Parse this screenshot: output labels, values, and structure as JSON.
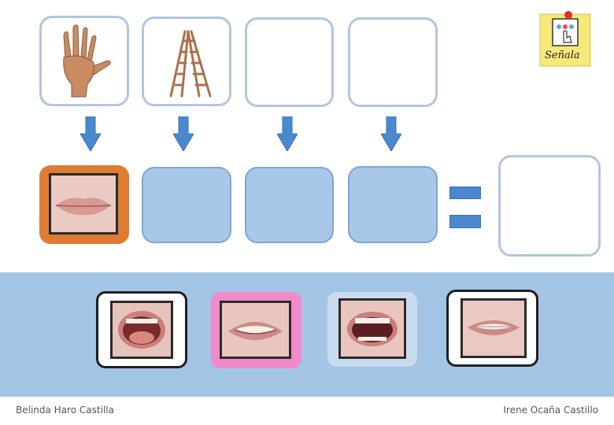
{
  "logo": {
    "text": "Señala"
  },
  "footer": {
    "left": "Belinda Haro Castilla",
    "right": "Irene Ocaña Castillo"
  },
  "icons": {
    "top_row": [
      "hand-icon",
      "ladder-icon",
      "",
      ""
    ],
    "arrows": "arrow-down-icon",
    "equals": "equals-icon"
  },
  "colors": {
    "slot_fill": "#a9c7e8",
    "card_border": "#b3c6de",
    "panel": "#a4c4e6",
    "selected_orange": "#e07b32",
    "selected_pink": "#f08acb",
    "arrow": "#4a89cf"
  }
}
